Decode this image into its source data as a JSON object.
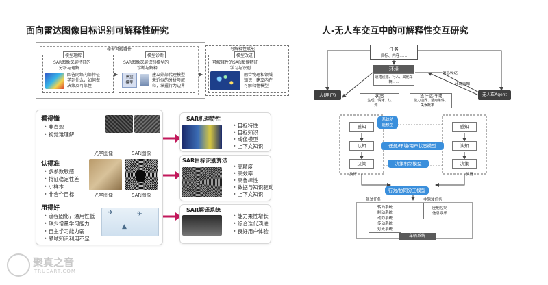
{
  "left": {
    "title": "面向雷达图像目标识别可解释性研究",
    "framework": {
      "group1_title": "模型可解释性",
      "group1_tag": "模型理解",
      "group1_line1": "SAR图像深层特征的",
      "group1_line2": "分析与理解",
      "group1_desc": [
        "回答网络内部特征",
        "学到什么，如何做",
        "决策及可靠性"
      ],
      "group2_tag": "模型诊断",
      "group2_line1": "SAR图像深层识别模型的",
      "group2_line2": "诊断与解释",
      "group2_model": [
        "黑盒",
        "模型"
      ],
      "group2_desc": [
        "建立外部代理模型",
        "来近似的分析与解",
        "释，掌握行为边界"
      ],
      "group3_title": "可解释性赋能",
      "group3_tag": "模型改进",
      "group3_line1": "可解释性的SAR图像特征",
      "group3_line2": "学习与识别",
      "group3_desc": [
        "融合物理和领域",
        "知识，建立内在",
        "可解释性模型"
      ]
    },
    "sections": [
      {
        "title": "看得懂",
        "items": [
          "非直观",
          "视觉难理解"
        ]
      },
      {
        "title": "认得准",
        "items": [
          "多参数敏感",
          "特征稳定性差",
          "小样本",
          "非合作目标"
        ]
      },
      {
        "title": "用得好",
        "items": [
          "流程固化，通用性低",
          "缺少增量学习能力",
          "自主学习能力弱",
          "领域知识利用不足"
        ]
      }
    ],
    "image_labels": {
      "optical_top": "光学图像",
      "sar_top": "SAR图像",
      "optical_bottom": "光学图像",
      "sar_bottom": "SAR图像"
    },
    "right_cards": [
      {
        "title": "SAR机理特性",
        "items": [
          "目标特性",
          "目标知识",
          "成像模型",
          "上下文知识"
        ]
      },
      {
        "title": "SAR目标识别算法",
        "items": [
          "高精度",
          "高效率",
          "高鲁棒性",
          "数据与知识驱动",
          "上下文知识"
        ]
      },
      {
        "title": "SAR解译系统",
        "items": [
          "能力柔性增长",
          "综合迭代演进",
          "良好用户体验"
        ]
      }
    ]
  },
  "right": {
    "title": "人-无人车交互中的可解释性交互研究",
    "task": {
      "label": "任务",
      "sub": "目标、内容……"
    },
    "env": {
      "label": "环境",
      "sub1": "道路设施、行人、其他车",
      "sub2": "辆……"
    },
    "human": "人(用户)",
    "agent": "无人车Agent",
    "info_label": "信息传达",
    "env_perceive": "环境感知",
    "state": {
      "label": "状态",
      "sub1": "生理、情绪、认",
      "sub2": "知……"
    },
    "odd": {
      "label": "设计运行域",
      "sub1": "能力边界、适用条件、",
      "sub2": "失误概率……"
    },
    "left_loop": [
      "感知",
      "认知",
      "决策"
    ],
    "right_loop": [
      "感知",
      "认知",
      "决策"
    ],
    "blue_labels": {
      "sys_ability": [
        "系统功",
        "能模型"
      ],
      "task_model": "任务/环境/用户状态模型",
      "decision_model": "决策机制模型",
      "behavior_model": "行为/协同分工模型"
    },
    "exec_left": "执行",
    "exec_right": "执行",
    "driving_task": "驾驶任务",
    "non_driving_task": "非驾驶任务",
    "left_functions": [
      "转向系统",
      "制动系统",
      "动力系统",
      "传动系统",
      "灯光系统"
    ],
    "right_functions": [
      "座舱控制",
      "信息娱乐"
    ],
    "vehicle": "车辆系统"
  },
  "watermark": {
    "cn": "聚真之音",
    "en": "TRUEART.COM"
  }
}
